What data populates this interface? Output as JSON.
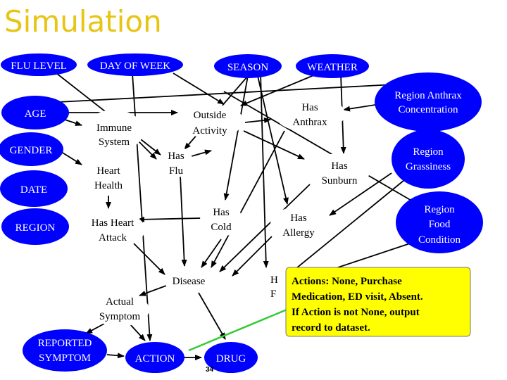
{
  "slide": {
    "title": "Simulation",
    "page_number": "34",
    "colors": {
      "blue_node": "#0000ff",
      "white_node": "#ffffff",
      "callout_fill": "#ffff00",
      "title": "#e8c413",
      "edge": "#000000",
      "pointer": "#33cc33"
    }
  },
  "nodes": {
    "flu_level": "FLU LEVEL",
    "day_of_week": "DAY OF WEEK",
    "season": "SEASON",
    "weather": "WEATHER",
    "age": "AGE",
    "gender": "GENDER",
    "date": "DATE",
    "region": "REGION",
    "region_anthrax": [
      "Region Anthrax",
      "Concentration"
    ],
    "region_grassiness": [
      "Region",
      "Grassiness"
    ],
    "region_food": [
      "Region",
      "Food",
      "Condition"
    ],
    "immune": [
      "Immune",
      "System"
    ],
    "heart_health": [
      "Heart",
      "Health"
    ],
    "has_heart_attack": [
      "Has Heart",
      "Attack"
    ],
    "outside_activity": [
      "Outside",
      "Activity"
    ],
    "has_flu": [
      "Has",
      "Flu"
    ],
    "has_anthrax": [
      "Has",
      "Anthrax"
    ],
    "has_sunburn": [
      "Has",
      "Sunburn"
    ],
    "has_cold": [
      "Has",
      "Cold"
    ],
    "has_allergy": [
      "Has",
      "Allergy"
    ],
    "disease": "Disease",
    "actual_symptom": [
      "Actual",
      "Symptom"
    ],
    "reported_symptom": [
      "REPORTED",
      "SYMPTOM"
    ],
    "action": "ACTION",
    "drug": "DRUG",
    "hidden_partial_label": [
      "H",
      "F"
    ]
  },
  "callout": {
    "lines": [
      "Actions: None, Purchase",
      "Medication, ED visit, Absent.",
      "If Action is not None, output",
      "record to dataset."
    ]
  }
}
